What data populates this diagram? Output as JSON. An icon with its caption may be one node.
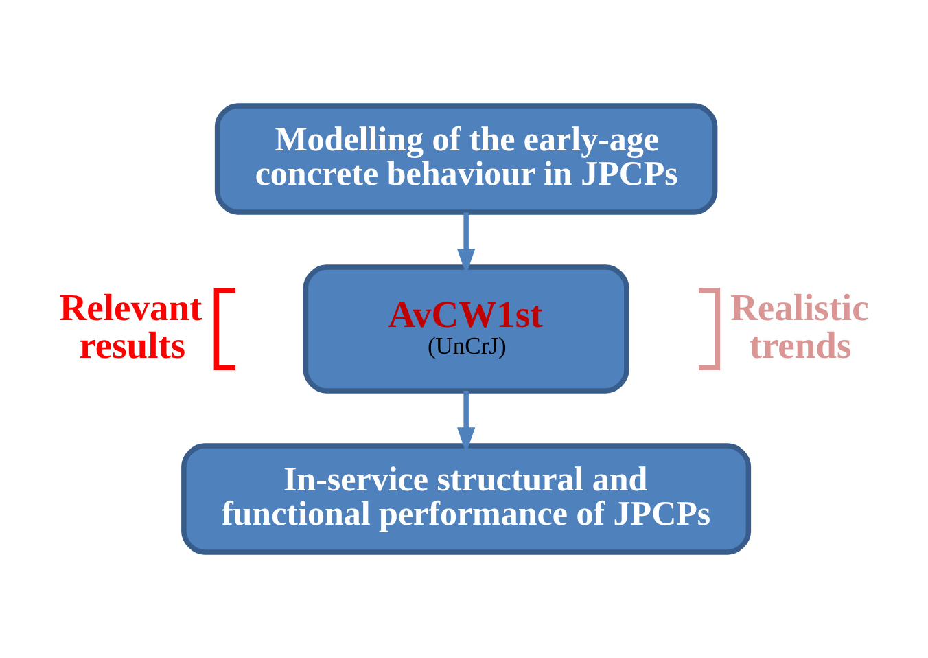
{
  "diagram": {
    "nodes": [
      {
        "text": [
          "Modelling of the early-age concrete behaviour in JPCPs"
        ]
      },
      {
        "text": [
          "AvCW1st",
          "(UnCrJ)"
        ],
        "beside": [
          "Relevant results",
          "Realistic trends"
        ]
      },
      {
        "text": [
          "In-service structural and functional performance of JPCPs"
        ]
      }
    ],
    "edges": [
      {
        "from": 0,
        "to": 1,
        "arrow": "to"
      },
      {
        "from": 1,
        "to": 2,
        "arrow": "to"
      }
    ]
  }
}
